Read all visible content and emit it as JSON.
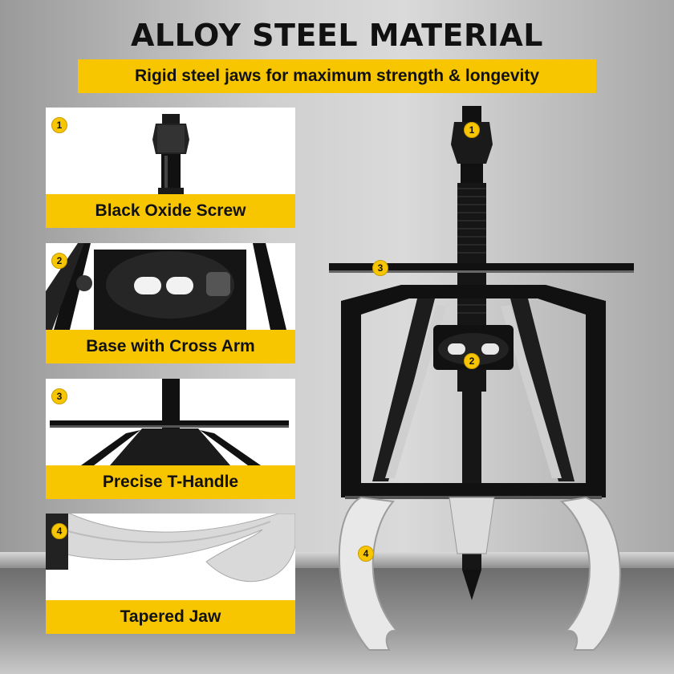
{
  "header": {
    "title": "ALLOY STEEL MATERIAL",
    "subtitle": "Rigid steel jaws for maximum strength & longevity"
  },
  "cards": [
    {
      "number": "1",
      "label": "Black Oxide Screw"
    },
    {
      "number": "2",
      "label": "Base with Cross Arm"
    },
    {
      "number": "3",
      "label": "Precise T-Handle"
    },
    {
      "number": "4",
      "label": "Tapered Jaw"
    }
  ],
  "callouts": {
    "c1": "1",
    "c2": "2",
    "c3": "3",
    "c4": "4"
  },
  "colors": {
    "accent": "#f7c600",
    "steel": "#111111",
    "jaw": "#e6e6e6"
  }
}
